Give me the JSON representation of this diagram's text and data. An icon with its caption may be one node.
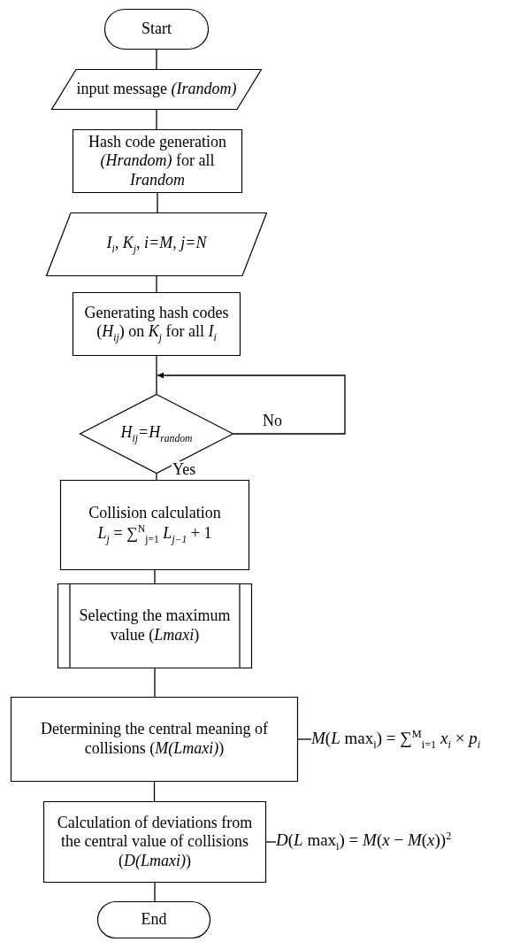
{
  "diagram": {
    "nodes": [
      {
        "text": [
          "Start"
        ]
      },
      {
        "text": [
          "input message *(Irandom)*"
        ]
      },
      {
        "text": [
          "Hash code generation *(Hrandom)* for all *Irandom*"
        ]
      },
      {
        "text": [
          "I$_{i}$, K$_{j}$, i=M, j=N"
        ]
      },
      {
        "text": [
          "Generating hash codes (*H$_{ij}$*) on *K$_{j}$* for all *I$_{i}$*"
        ]
      },
      {
        "text": [
          "H$_{ij}$=H$_{random}$"
        ]
      },
      {
        "text": [
          "Collision calculation",
          "*L$_{j}$* = ∑$^{N}$$_{j=1}$ *L$_{j−1}$* + 1"
        ]
      },
      {
        "text": [
          "Selecting the maximum value (*Lmaxi*)"
        ]
      },
      {
        "text": [
          "Determining the central meaning of collisions (*M(Lmaxi)*)"
        ]
      },
      {
        "text": [
          "*M*(*L* max$_{i}$) = ∑$^{M}$$_{i=1}$ *x$_{i}$* × *p$_{i}$*"
        ]
      },
      {
        "text": [
          "Calculation of deviations from the central value of collisions (*D(Lmaxi)*)"
        ]
      },
      {
        "text": [
          "*D*(*L* max$_{i}$) = *M*(*x* − *M*(*x*))$^{2}$"
        ]
      },
      {
        "text": [
          "End"
        ]
      }
    ],
    "edges": [
      {
        "from": 0,
        "to": 1,
        "arrow": "none"
      },
      {
        "from": 1,
        "to": 2,
        "arrow": "none"
      },
      {
        "from": 2,
        "to": 3,
        "arrow": "none"
      },
      {
        "from": 3,
        "to": 4,
        "arrow": "none"
      },
      {
        "from": 4,
        "to": 5,
        "arrow": "none"
      },
      {
        "from": 5,
        "to": 5,
        "arrow": "to",
        "label": "No"
      },
      {
        "from": 5,
        "to": 6,
        "arrow": "none",
        "label": "Yes"
      },
      {
        "from": 6,
        "to": 7,
        "arrow": "none"
      },
      {
        "from": 7,
        "to": 8,
        "arrow": "none"
      },
      {
        "from": 8,
        "to": 9,
        "arrow": "none"
      },
      {
        "from": 8,
        "to": 10,
        "arrow": "none"
      },
      {
        "from": 10,
        "to": 11,
        "arrow": "none"
      },
      {
        "from": 10,
        "to": 12,
        "arrow": "none"
      }
    ]
  }
}
